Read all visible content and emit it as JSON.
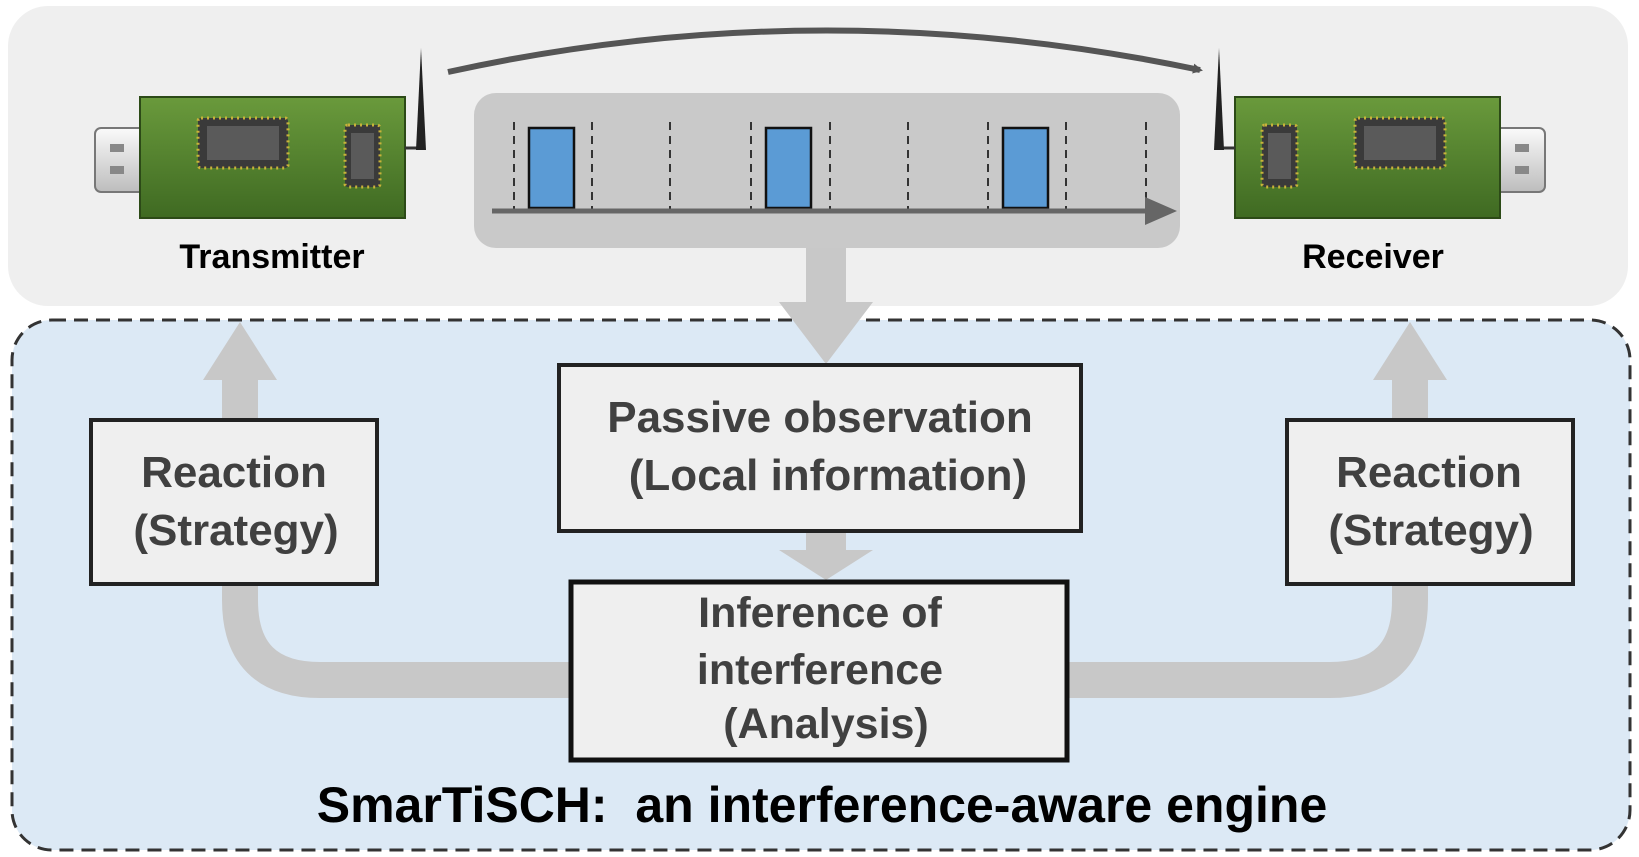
{
  "devices": {
    "transmitter_label": "Transmitter",
    "receiver_label": "Receiver"
  },
  "boxes": {
    "observation": {
      "line1": "Passive observation",
      "line2": "(Local information)"
    },
    "inference": {
      "line1": "Inference of",
      "line2": "interference",
      "line3": "(Analysis)"
    },
    "reaction_left": {
      "line1": "Reaction",
      "line2": "(Strategy)"
    },
    "reaction_right": {
      "line1": "Reaction",
      "line2": "(Strategy)"
    }
  },
  "engine_caption": "SmarTiSCH:  an interference-aware engine",
  "colors": {
    "top_panel": "#efefef",
    "engine_panel": "#dce9f5",
    "flow_arrow": "#c8c8c8",
    "slot_blue": "#5b9bd5",
    "board_green": "#4e7a2c",
    "text": "#404040",
    "caption_text": "#000000"
  },
  "icons": {
    "transmitter": "usb-radio-dongle-icon",
    "receiver": "usb-radio-dongle-icon"
  }
}
